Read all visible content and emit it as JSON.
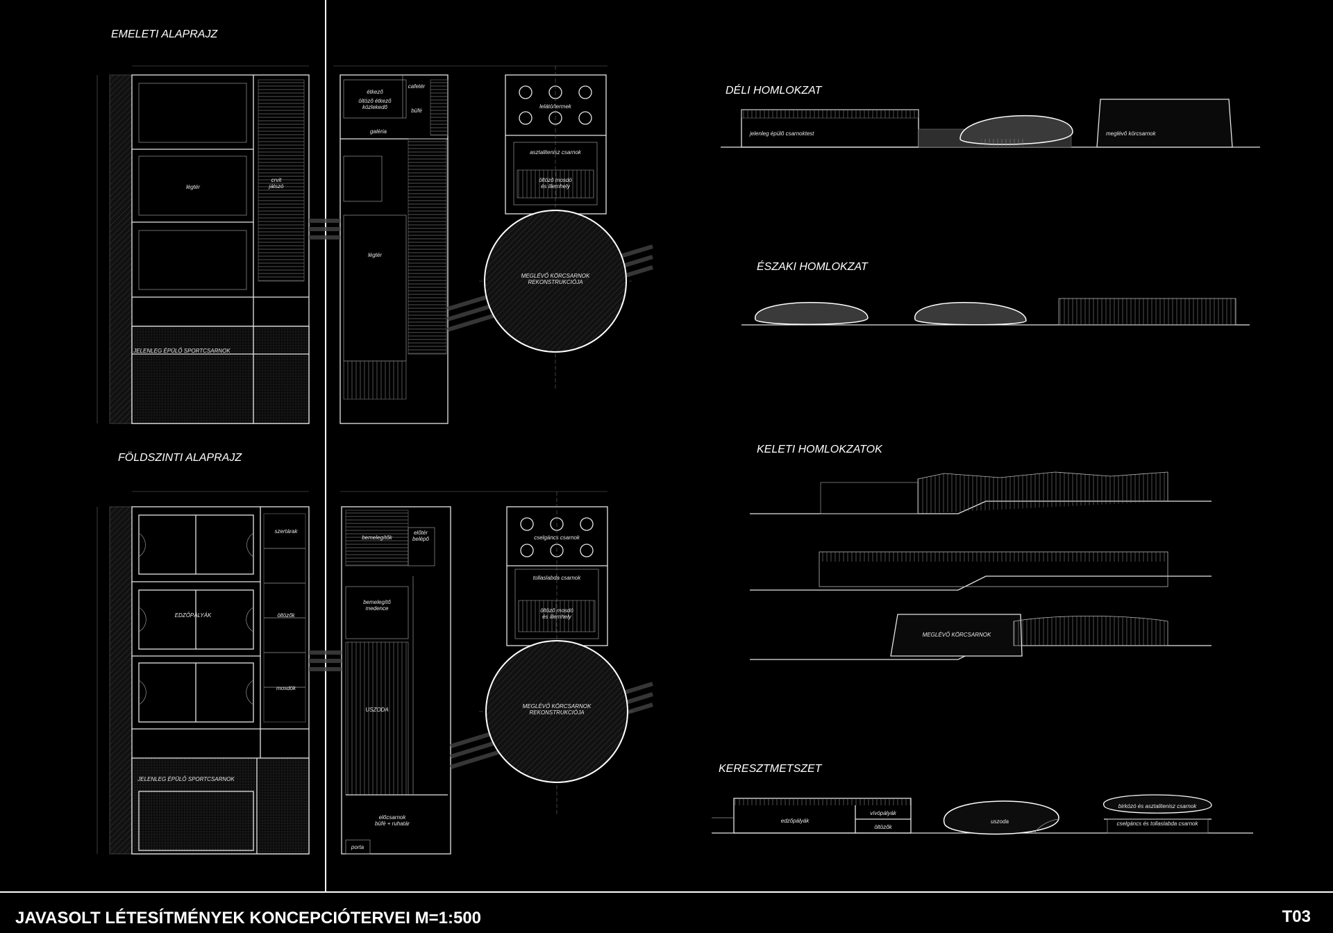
{
  "sheet": {
    "title": "JAVASOLT LÉTESÍTMÉNYEK KONCEPCIÓTERVEI  M=1:500",
    "code": "T03"
  },
  "plans": {
    "upper_title": "EMELETI ALAPRAJZ",
    "ground_title": "FÖLDSZINTI ALAPRAJZ",
    "upper": {
      "legter": "légtér",
      "cruf_jatszo": "crvit\njátszó",
      "existing_hall": "JELENLEG ÉPÜLŐ SPORTCSARNOK",
      "ebedlo_room": "étkező",
      "olt_etkezo": "öltöző étkező\nközlekedő",
      "cafe": "cafetér",
      "buffet": "büfé",
      "galeria": "galéria",
      "legter2": "légtér",
      "lelato_termek": "lelátó/termek",
      "asztalitenisz": "asztalitenisz csarnok",
      "oltozo_illemhely": "öltöző mosdó\nés illemhely",
      "existing_round": "MEGLÉVŐ KÖRCSARNOK\nREKONSTRUKCIÓJA"
    },
    "ground": {
      "szertarak": "szertárak",
      "edzopalyak": "EDZŐPÁLYÁK",
      "oltozok": "öltözők",
      "mosdok": "mosdók",
      "existing_hall": "JELENLEG ÉPÜLŐ SPORTCSARNOK",
      "bemelegito_cell": "bemelegítők",
      "eszlelt_belepo": "előtér\nbelépő",
      "bemelegito_medence": "bemelegítő\nmedence",
      "uszoda": "USZODA",
      "eloccsarnok": "előcsarnok\nbüfé + ruhatár",
      "porta": "porta",
      "czelgancs": "cselgáncs csarnok",
      "tollas": "tollaslabda csarnok",
      "oltozo_illemhely": "öltöző mosdó\nés illemhely",
      "existing_round": "MEGLÉVŐ KÖRCSARNOK\nREKONSTRUKCIÓJA"
    }
  },
  "elevations": {
    "south_title": "DÉLI HOMLOKZAT",
    "south_left_label": "jelenleg épülő csarnoktest",
    "south_right_label": "meglévő körcsarnok",
    "north_title": "ÉSZAKI HOMLOKZAT",
    "east_title": "KELETI HOMLOKZATOK",
    "east_label": "MEGLÉVŐ KÖRCSARNOK",
    "section_title": "KERESZTMETSZET",
    "section_edzopalyak": "edzőpályák",
    "section_viva": "vívópályák",
    "section_oltozok": "öltözők",
    "section_uszoda": "uszoda",
    "section_birkozo": "birkózó és asztalitenisz csarnok",
    "section_cselgancs": "cselgáncs és tollaslabda csarnok"
  },
  "colors": {
    "background": "#000000",
    "line": "#e6e6e6",
    "hatch": "#1c1c1c"
  }
}
